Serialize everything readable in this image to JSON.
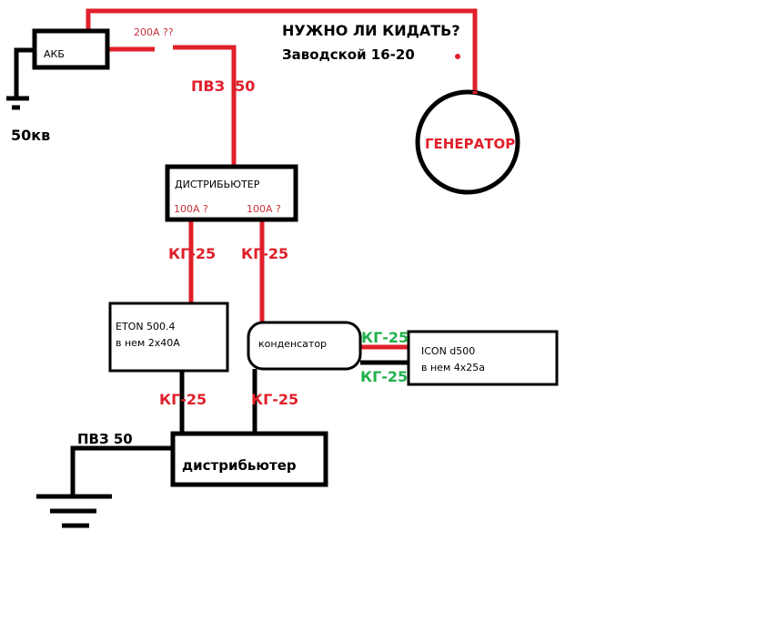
{
  "colors": {
    "red": "#e0202a",
    "black": "#000000",
    "green": "#22b14c",
    "red_text": "#c8323a"
  },
  "header": {
    "question": "НУЖНО ЛИ КИДАТЬ?",
    "stock_note": "Заводской 16-20"
  },
  "battery": {
    "label": "АКБ",
    "fuse": "200A ??",
    "ground_label": "50кв",
    "cable": "ПВЗ  50"
  },
  "generator": {
    "label": "ГЕНЕРАТОР"
  },
  "distributor_top": {
    "label": "ДИСТРИБЬЮТЕР",
    "fuse_left": "100A ?",
    "fuse_right": "100A ?"
  },
  "cables": {
    "left_top": "КГ-25",
    "right_top": "КГ-25",
    "left_bottom": "КГ-25",
    "right_bottom": "КГ-25",
    "icon_plus": "КГ-25",
    "icon_minus": "КГ-25",
    "ground": "ПВЗ 50"
  },
  "amp_eton": {
    "line1": "ETON 500.4",
    "line2": "в нем 2x40A"
  },
  "capacitor": {
    "label": "конденсатор"
  },
  "amp_icon": {
    "line1": "ICON d500",
    "line2": "в нем 4x25a"
  },
  "distributor_bottom": {
    "label": "дистрибьютер"
  }
}
